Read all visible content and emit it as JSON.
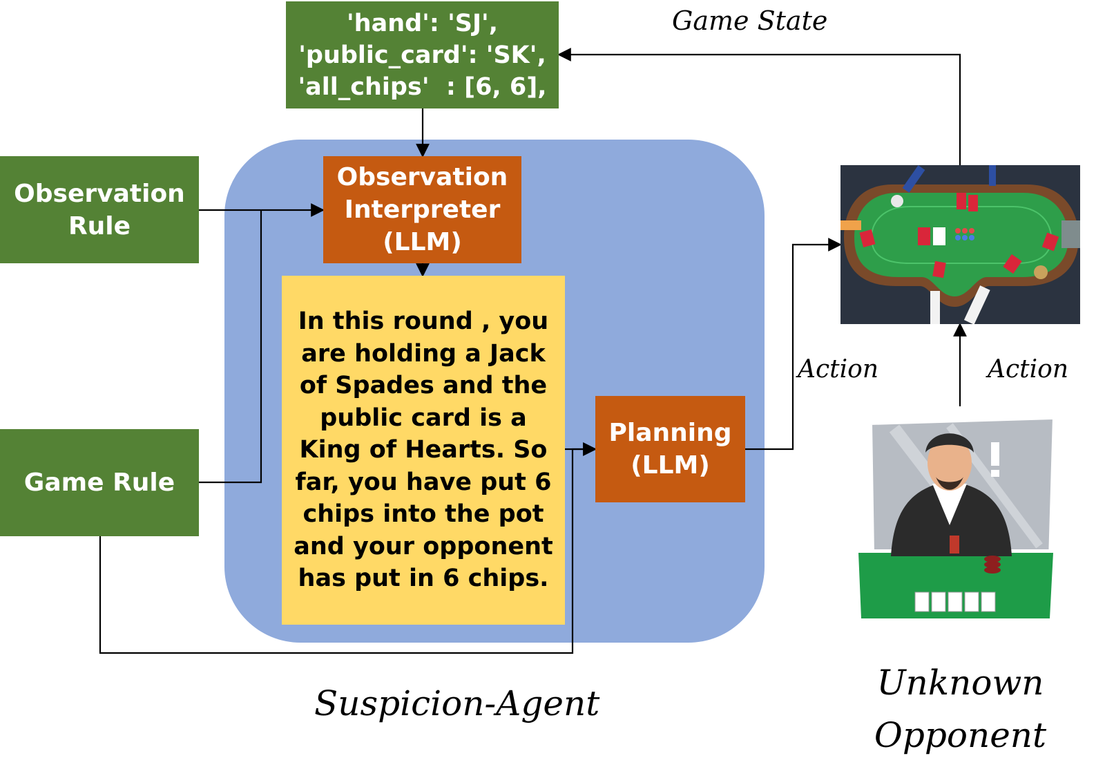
{
  "game_state_box": {
    "lines": [
      "'hand': 'SJ',",
      "'public_card': 'SK',",
      "'all_chips'  : [6, 6],"
    ]
  },
  "labels": {
    "game_state": "Game State",
    "action_left": "Action",
    "action_right": "Action",
    "suspicion_agent": "Suspicion-Agent",
    "unknown_opponent": "Unknown\nOpponent"
  },
  "boxes": {
    "observation_rule": "Observation\nRule",
    "game_rule": "Game Rule",
    "observation_interpreter": "Observation\nInterpreter\n(LLM)",
    "planning": "Planning\n(LLM)",
    "observation_text": "In this round , you are holding a Jack of Spades and the public card is a King of Hearts. So far, you have put 6 chips into the pot and your opponent has put in 6 chips."
  },
  "colors": {
    "green": "#548235",
    "orange": "#c55a11",
    "yellow": "#ffd966",
    "agent_region": "#8faadc",
    "table_felt": "#2e9e4a",
    "table_bg": "#2b3340"
  },
  "icons": {
    "poker_table": "poker-table-illustration",
    "opponent": "poker-player-illustration"
  }
}
